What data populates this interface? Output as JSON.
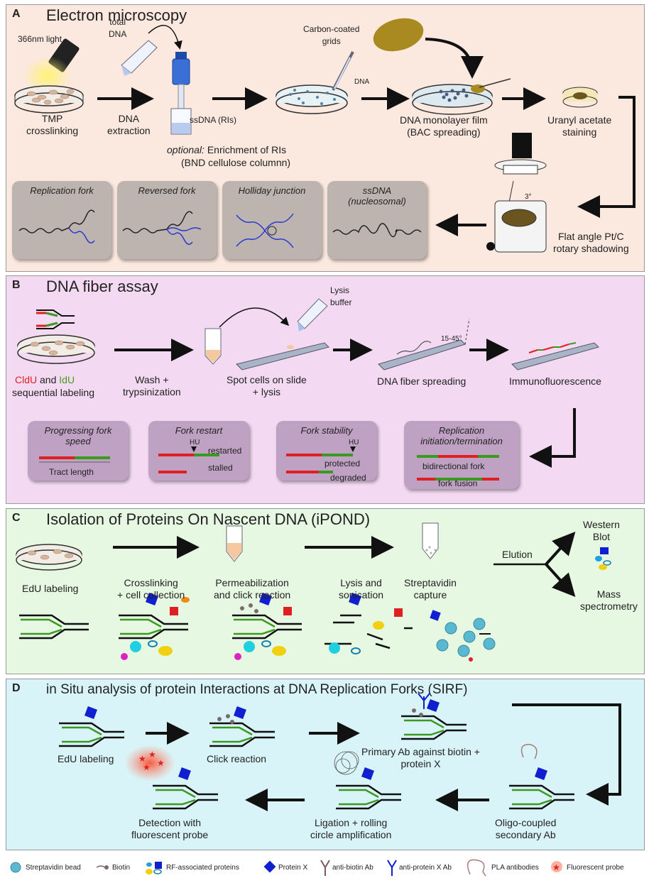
{
  "panel_a": {
    "letter": "A",
    "title": "Electron microscopy",
    "light": "366nm light",
    "total_dna": "total\nDNA",
    "tmp": "TMP\ncrosslinking",
    "dna_extraction": "DNA\nextraction",
    "ssdna_ris": "ssDNA (RIs)",
    "optional": "optional:",
    "enrichment": " Enrichment of RIs",
    "bnd": "(BND cellulose columnn)",
    "carbon": "Carbon-coated\ngrids",
    "dna_small": "DNA",
    "monolayer": "DNA monolayer film\n(BAC spreading)",
    "uranyl": "Uranyl acetate\nstaining",
    "shadowing": "Flat angle Pt/C\nrotary shadowing",
    "angle": "3°",
    "boxes": [
      "Replication fork",
      "Reversed fork",
      "Holliday junction",
      "ssDNA\n(nucleosomal)"
    ]
  },
  "panel_b": {
    "letter": "B",
    "title": "DNA fiber assay",
    "cldu": "CldU",
    "and": " and ",
    "idu": "IdU",
    "sequential": "sequential labeling",
    "wash": "Wash +\ntrypsinization",
    "lysis_buffer": "Lysis\nbuffer",
    "spot": "Spot cells on slide\n+ lysis",
    "angle": "15-45°",
    "spreading": "DNA fiber spreading",
    "immuno": "Immunofluorescence",
    "boxes": [
      {
        "title": "Progressing fork\nspeed",
        "labels": [
          "Tract length"
        ]
      },
      {
        "title": "Fork restart",
        "labels": [
          "HU",
          "restarted",
          "stalled"
        ]
      },
      {
        "title": "Fork stability",
        "labels": [
          "HU",
          "protected",
          "degraded"
        ]
      },
      {
        "title": "Replication\ninitiation/termination",
        "labels": [
          "bidirectional fork",
          "fork fusion"
        ]
      }
    ]
  },
  "panel_c": {
    "letter": "C",
    "title": "Isolation of Proteins On Nascent DNA (iPOND)",
    "edu": "EdU labeling",
    "crosslinking": "Crosslinking\n+ cell collection",
    "permeab": "Permeabilization\nand click reaction",
    "lysis": "Lysis and\nsonication",
    "strep": "Streptavidin\ncapture",
    "elution": "Elution",
    "western": "Western\nBlot",
    "mass": "Mass\nspectrometry"
  },
  "panel_d": {
    "letter": "D",
    "title": "in Situ analysis of protein Interactions at DNA Replication Forks (SIRF)",
    "edu": "EdU labeling",
    "click": "Click reaction",
    "primary": "Primary Ab against biotin +\nprotein X",
    "oligo": "Oligo-coupled\nsecondary Ab",
    "ligation": "Ligation + rolling\ncircle amplification",
    "detection": "Detection with\nfluorescent probe"
  },
  "legend": [
    "Streptavidin bead",
    "Biotin",
    "RF-associated proteins",
    "Protein X",
    "anti-biotin Ab",
    "anti-protein X Ab",
    "PLA antibodies",
    "Fluorescent probe"
  ],
  "colors": {
    "panel_a_bg": "#fbe8df",
    "panel_b_bg": "#f3daf2",
    "panel_c_bg": "#e6f7e2",
    "panel_d_bg": "#d9f4f8",
    "red_tract": "#e02020",
    "green_tract": "#3a9a20",
    "protein_x": "#1020d0",
    "dna_blue": "#2a3ad0"
  }
}
